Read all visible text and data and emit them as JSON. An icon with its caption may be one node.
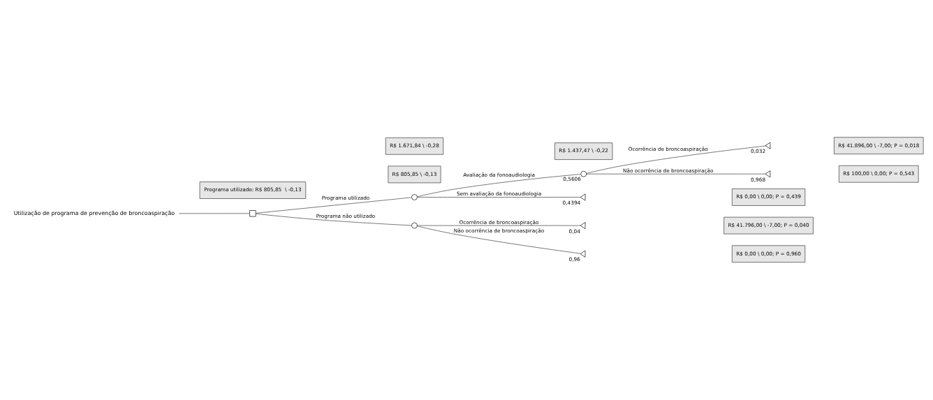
{
  "diagram": {
    "nodes": [
      {
        "text": [
          "Utilização de programa de prevenção de broncoaspiração"
        ]
      },
      {
        "text": [],
        "shape": "box"
      },
      {
        "text": [
          "Programa utilizado: R$ 805,85  \\ -0,13"
        ]
      },
      {
        "text": [],
        "shape": "circle"
      },
      {
        "text": [
          "R$ 805,85 \\ -0,13"
        ]
      },
      {
        "text": [],
        "shape": "circle",
        "beside": [
          "0,5606"
        ]
      },
      {
        "text": [
          "R$ 1.437,47 \\ -0,22"
        ]
      },
      {
        "text": [],
        "shape": "triangle",
        "beside": [
          "0,032"
        ]
      },
      {
        "text": [
          "R$ 41.896,00 \\ -7,00; P = 0,018"
        ]
      },
      {
        "text": [],
        "shape": "triangle",
        "beside": [
          "0,968"
        ]
      },
      {
        "text": [
          "R$ 100,00 \\ 0,00; P = 0,543"
        ]
      },
      {
        "text": [],
        "shape": "triangle",
        "beside": [
          "0,4394"
        ]
      },
      {
        "text": [
          "R$ 0,00 \\ 0,00; P = 0,439"
        ]
      },
      {
        "text": [],
        "shape": "circle"
      },
      {
        "text": [
          "R$ 1.671,84 \\ -0,28"
        ]
      },
      {
        "text": [],
        "shape": "triangle",
        "beside": [
          "0,04"
        ]
      },
      {
        "text": [
          "R$ 41.796,00 \\ -7,00; P = 0,040"
        ]
      },
      {
        "text": [],
        "shape": "triangle",
        "beside": [
          "0,96"
        ]
      },
      {
        "text": [
          "R$ 0,00 \\ 0,00; P = 0,960"
        ]
      }
    ],
    "edges": [
      {
        "from": 0,
        "to": 1,
        "arrow": "none"
      },
      {
        "from": 1,
        "to": 3,
        "label": "Programa utilizado",
        "arrow": "none"
      },
      {
        "from": 1,
        "to": 13,
        "label": "Programa não utilizado",
        "arrow": "none"
      },
      {
        "from": 3,
        "to": 5,
        "label": "Avaliação da fonoaudiologia",
        "arrow": "none"
      },
      {
        "from": 3,
        "to": 11,
        "label": "Sem avaliação da fonoaudiologia",
        "arrow": "none"
      },
      {
        "from": 5,
        "to": 7,
        "label": "Ocorrência de broncoaspiração",
        "arrow": "none"
      },
      {
        "from": 5,
        "to": 9,
        "label": "Não ocorrência de broncoaspiração",
        "arrow": "none"
      },
      {
        "from": 13,
        "to": 15,
        "label": "Ocorrência de broncoaspiração",
        "arrow": "none"
      },
      {
        "from": 13,
        "to": 17,
        "label": "Não ocorrência de broncoaspiração",
        "arrow": "none"
      }
    ]
  }
}
